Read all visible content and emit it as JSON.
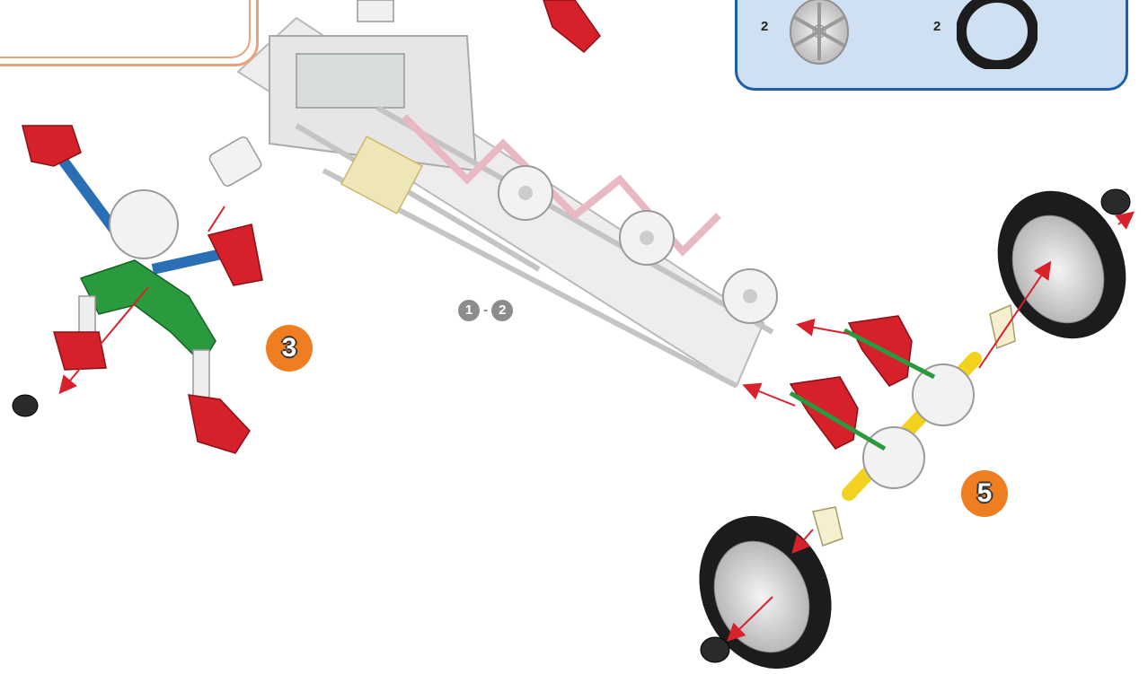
{
  "parts_box": {
    "items": [
      {
        "quantity": "2",
        "part": "wheel-hub-icon"
      },
      {
        "quantity": "2",
        "part": "tire-icon"
      }
    ],
    "border_color": "#1c5ea8",
    "fill_color": "#cfe0f2"
  },
  "steps": {
    "step_a": "3",
    "step_b": "5",
    "ref_from": "1",
    "ref_sep": "-",
    "ref_to": "2",
    "badge_color": "#ef7d22"
  },
  "colors": {
    "frame": "#ececec",
    "red_part": "#d6202a",
    "green_part": "#2a9a3e",
    "blue_rod": "#2a6fb6",
    "yellow_rod": "#f2d21e",
    "tire": "#1c1c1c",
    "hub": "#d8d8d8",
    "arrow": "#d9212b"
  }
}
